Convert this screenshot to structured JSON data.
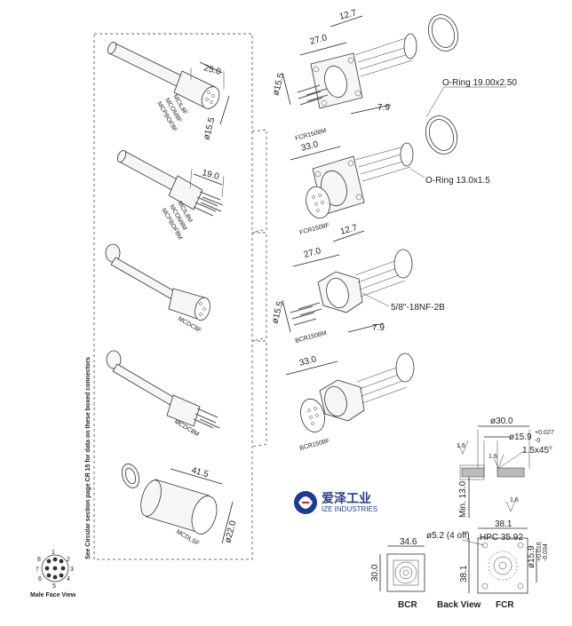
{
  "side_note": "See Circular section page CR 15 for data on these boxed connectors",
  "cables": [
    {
      "labels": [
        "MCIL8F",
        "MCOM8F",
        "MCPBOF8F"
      ],
      "dims": [
        "25.0",
        "ø15.5"
      ]
    },
    {
      "labels": [
        "MCIL8M",
        "MCOM8M",
        "MCPBOF8M"
      ],
      "dims": [
        "19.0"
      ]
    },
    {
      "labels": [
        "MCDC8F"
      ],
      "dims": []
    },
    {
      "labels": [
        "MCDC8M"
      ],
      "dims": []
    },
    {
      "labels": [
        "MCDLSF"
      ],
      "dims": [
        "41.5",
        "ø22.0"
      ]
    }
  ],
  "receptacles": [
    {
      "label": "FCR1508M",
      "dims": [
        "27.0",
        "12.7",
        "ø15.5",
        "7.9"
      ],
      "note": "O-Ring  19.00x2.50"
    },
    {
      "label": "FCR1508F",
      "dims": [
        "33.0"
      ],
      "note": "O-Ring  13.0x1.5"
    },
    {
      "label": "BCR1508M",
      "dims": [
        "27.0",
        "12.7",
        "ø15.5",
        "7.9"
      ],
      "note": "5/8\"-18NF-2B"
    },
    {
      "label": "BCR1508F",
      "dims": [
        "33.0"
      ],
      "note": ""
    }
  ],
  "section": {
    "dims": [
      "ø30.0",
      "ø15.9",
      "+0.027",
      "-0",
      "1.5x45°",
      "1.6",
      "1.6",
      "1.6",
      "Min. 13.0"
    ]
  },
  "panel_views": {
    "bcr": {
      "label": "BCR",
      "dims": [
        "34.6",
        "30.0"
      ]
    },
    "back": {
      "label": "Back View"
    },
    "fcr": {
      "label": "FCR",
      "dims": [
        "38.1",
        "38.1",
        "ø15.9",
        "+0.016",
        "-0.034"
      ]
    },
    "holes": "ø5.2 (4 off)",
    "pcd": "HPC 35.92"
  },
  "face": {
    "label": "Male Face View",
    "pins": [
      "8",
      "1",
      "2",
      "7",
      "3",
      "6",
      "4",
      "5"
    ]
  },
  "logo": {
    "name_cn": "爱泽工业",
    "name_en": "IZE INDUSTRIES"
  }
}
